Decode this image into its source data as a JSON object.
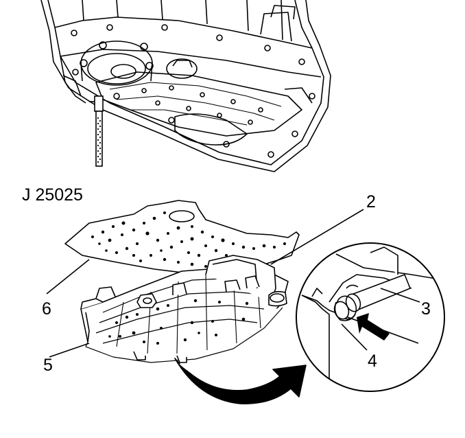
{
  "labels": {
    "tool": "J 25025",
    "callout_2": "2",
    "callout_3": "3",
    "callout_4": "4",
    "callout_5": "5",
    "callout_6": "6"
  },
  "colors": {
    "ink": "#000000",
    "paper": "#ffffff"
  }
}
